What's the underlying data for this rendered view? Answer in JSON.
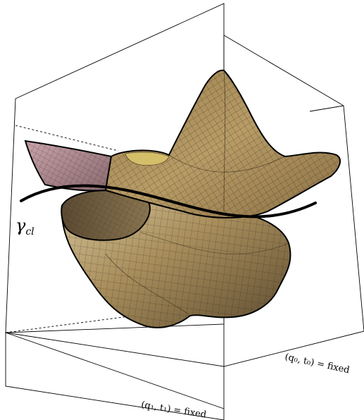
{
  "figure": {
    "curve_label": {
      "main": "γ",
      "subscript": "cl"
    },
    "plane_front_label": "(q₁, t₁) = fixed",
    "plane_right_label": "(q₀, t₀) = fixed",
    "colors": {
      "surface_tan": "#a88e5c",
      "surface_light": "#cdb98a",
      "surface_dark": "#6e5a3a",
      "surface_pink": "#b48d94",
      "surface_yellow": "#d9c46a",
      "line": "#000000",
      "mesh": "#2a2218"
    }
  }
}
